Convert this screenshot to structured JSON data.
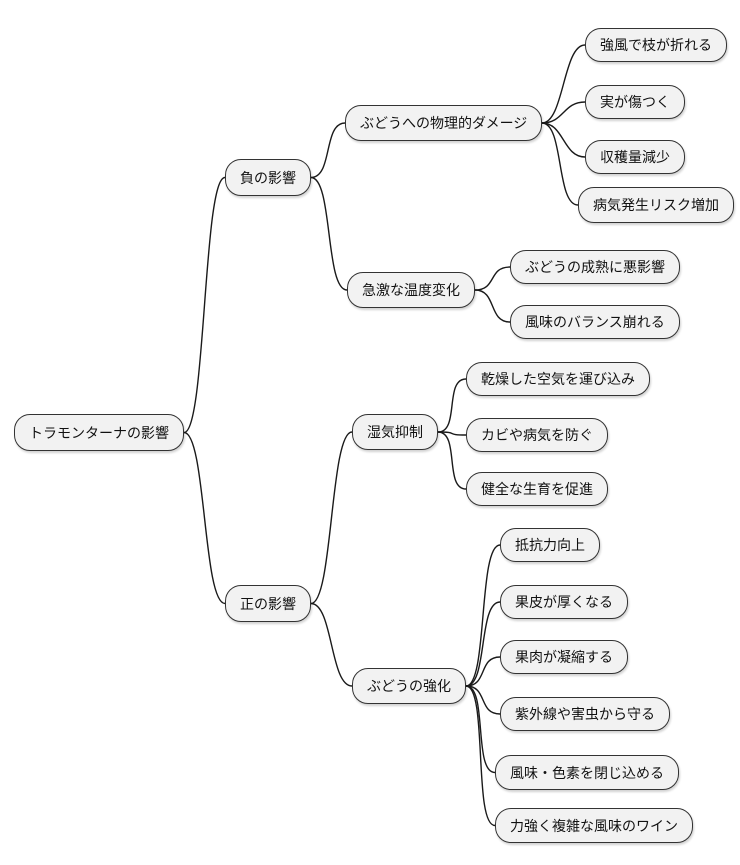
{
  "mindmap": {
    "style": {
      "node_fill": "#f2f2f2",
      "node_border": "#333333",
      "edge_color": "#1a1a1a",
      "text_color": "#111111",
      "background": "#ffffff"
    },
    "root": {
      "label": "トラモンターナの影響"
    },
    "branches": [
      {
        "label": "負の影響",
        "children": [
          {
            "label": "ぶどうへの物理的ダメージ",
            "children": [
              {
                "label": "強風で枝が折れる"
              },
              {
                "label": "実が傷つく"
              },
              {
                "label": "収穫量減少"
              },
              {
                "label": "病気発生リスク増加"
              }
            ]
          },
          {
            "label": "急激な温度変化",
            "children": [
              {
                "label": "ぶどうの成熟に悪影響"
              },
              {
                "label": "風味のバランス崩れる"
              }
            ]
          }
        ]
      },
      {
        "label": "正の影響",
        "children": [
          {
            "label": "湿気抑制",
            "children": [
              {
                "label": "乾燥した空気を運び込み"
              },
              {
                "label": "カビや病気を防ぐ"
              },
              {
                "label": "健全な生育を促進"
              }
            ]
          },
          {
            "label": "ぶどうの強化",
            "children": [
              {
                "label": "抵抗力向上"
              },
              {
                "label": "果皮が厚くなる"
              },
              {
                "label": "果肉が凝縮する"
              },
              {
                "label": "紫外線や害虫から守る"
              },
              {
                "label": "風味・色素を閉じ込める"
              },
              {
                "label": "力強く複雑な風味のワイン"
              }
            ]
          }
        ]
      }
    ]
  }
}
